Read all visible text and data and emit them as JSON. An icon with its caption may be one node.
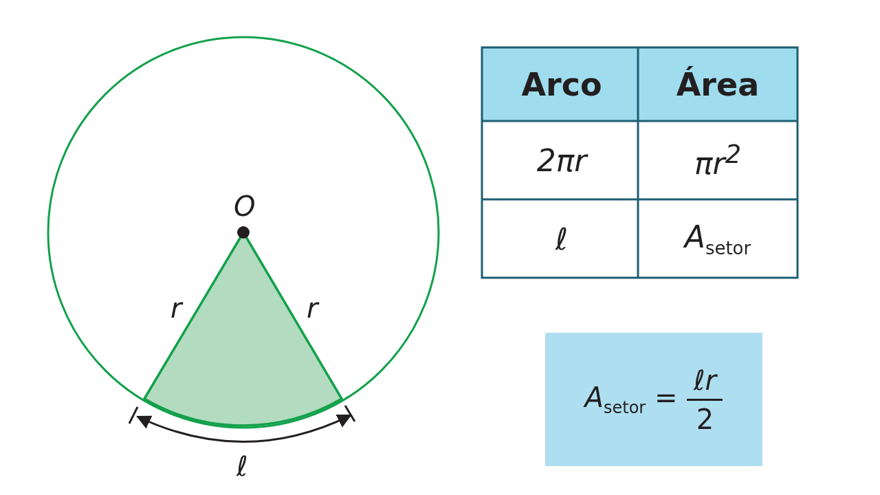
{
  "diagram": {
    "nodes": [
      {
        "text": [
          "*A*$_{setor}$ =",
          "ℓr",
          "2"
        ]
      }
    ],
    "edges": [],
    "labels": [
      "O",
      "r",
      "r",
      "ℓ",
      "Arco",
      "Área",
      "2πr",
      "πr$^{2}$",
      "ℓ",
      "*A*$_{setor}$"
    ]
  }
}
